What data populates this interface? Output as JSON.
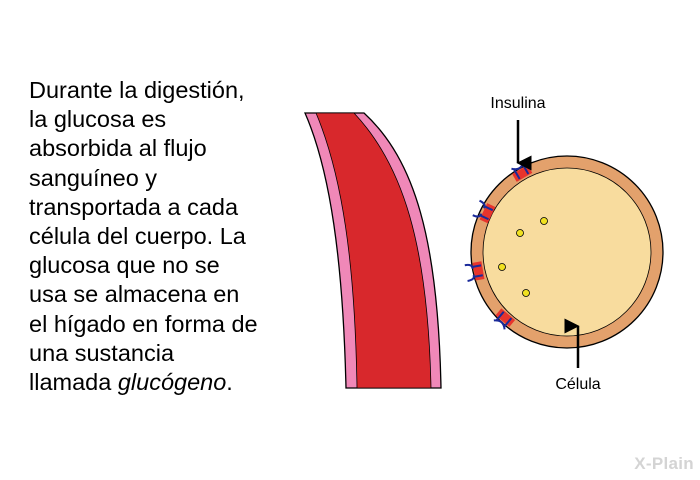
{
  "text": {
    "line_1": "Durante la digestión,",
    "line_2": "la glucosa es",
    "line_3": "absorbida al flujo",
    "line_4": "sanguíneo y",
    "line_5": "transportada a cada",
    "line_6": "célula del cuerpo.  La",
    "line_7": "glucosa que no se",
    "line_8": "usa se almacena en",
    "line_9": "el hígado en forma de",
    "line_10": "una sustancia",
    "line_11_prefix": "llamada ",
    "line_11_emphasis": "glucógeno",
    "line_11_suffix": "."
  },
  "labels": {
    "insulin": "Insulina",
    "cell": "Célula"
  },
  "watermark": "X-Plain",
  "colors": {
    "vessel_blood": "#d8282c",
    "vessel_wall": "#f088b8",
    "cell_membrane": "#e3a16c",
    "cell_interior": "#f8dc9e",
    "glucose": "#f0e020",
    "receptor_red": "#e8342c",
    "insulin_blue": "#1a2a9a"
  }
}
